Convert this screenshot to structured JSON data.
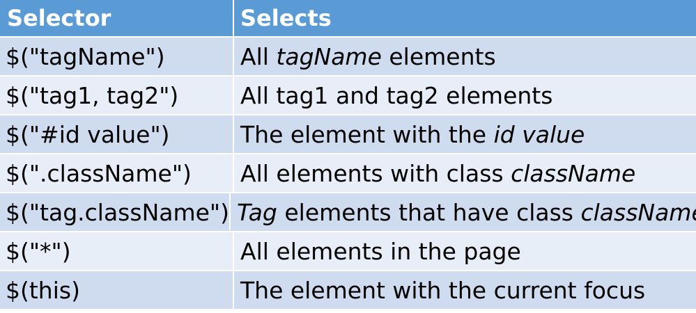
{
  "table": {
    "headers": [
      "Selector",
      "Selects"
    ],
    "rows": [
      {
        "selector": "$(\"tagName\")",
        "selects": [
          {
            "t": "All ",
            "i": false
          },
          {
            "t": "tagName",
            "i": true
          },
          {
            "t": " elements",
            "i": false
          }
        ]
      },
      {
        "selector": "$(\"tag1, tag2\")",
        "selects": [
          {
            "t": "All tag1 and tag2 elements",
            "i": false
          }
        ]
      },
      {
        "selector": "$(\"#id value\")",
        "selects": [
          {
            "t": "The element with the ",
            "i": false
          },
          {
            "t": "id value",
            "i": true
          }
        ]
      },
      {
        "selector": "$(\".className\")",
        "selects": [
          {
            "t": "All elements with class ",
            "i": false
          },
          {
            "t": "className",
            "i": true
          }
        ]
      },
      {
        "selector": "$(\"tag.className\")",
        "selects": [
          {
            "t": "Tag",
            "i": true
          },
          {
            "t": " elements that have class ",
            "i": false
          },
          {
            "t": "className",
            "i": true
          }
        ]
      },
      {
        "selector": "$(\"*\")",
        "selects": [
          {
            "t": "All elements in the page",
            "i": false
          }
        ]
      },
      {
        "selector": "$(this)",
        "selects": [
          {
            "t": "The element with the current focus",
            "i": false
          }
        ]
      }
    ]
  },
  "colors": {
    "header_bg": "#5b9bd5",
    "row_odd_bg": "#cfdbee",
    "row_even_bg": "#e8eef7"
  }
}
